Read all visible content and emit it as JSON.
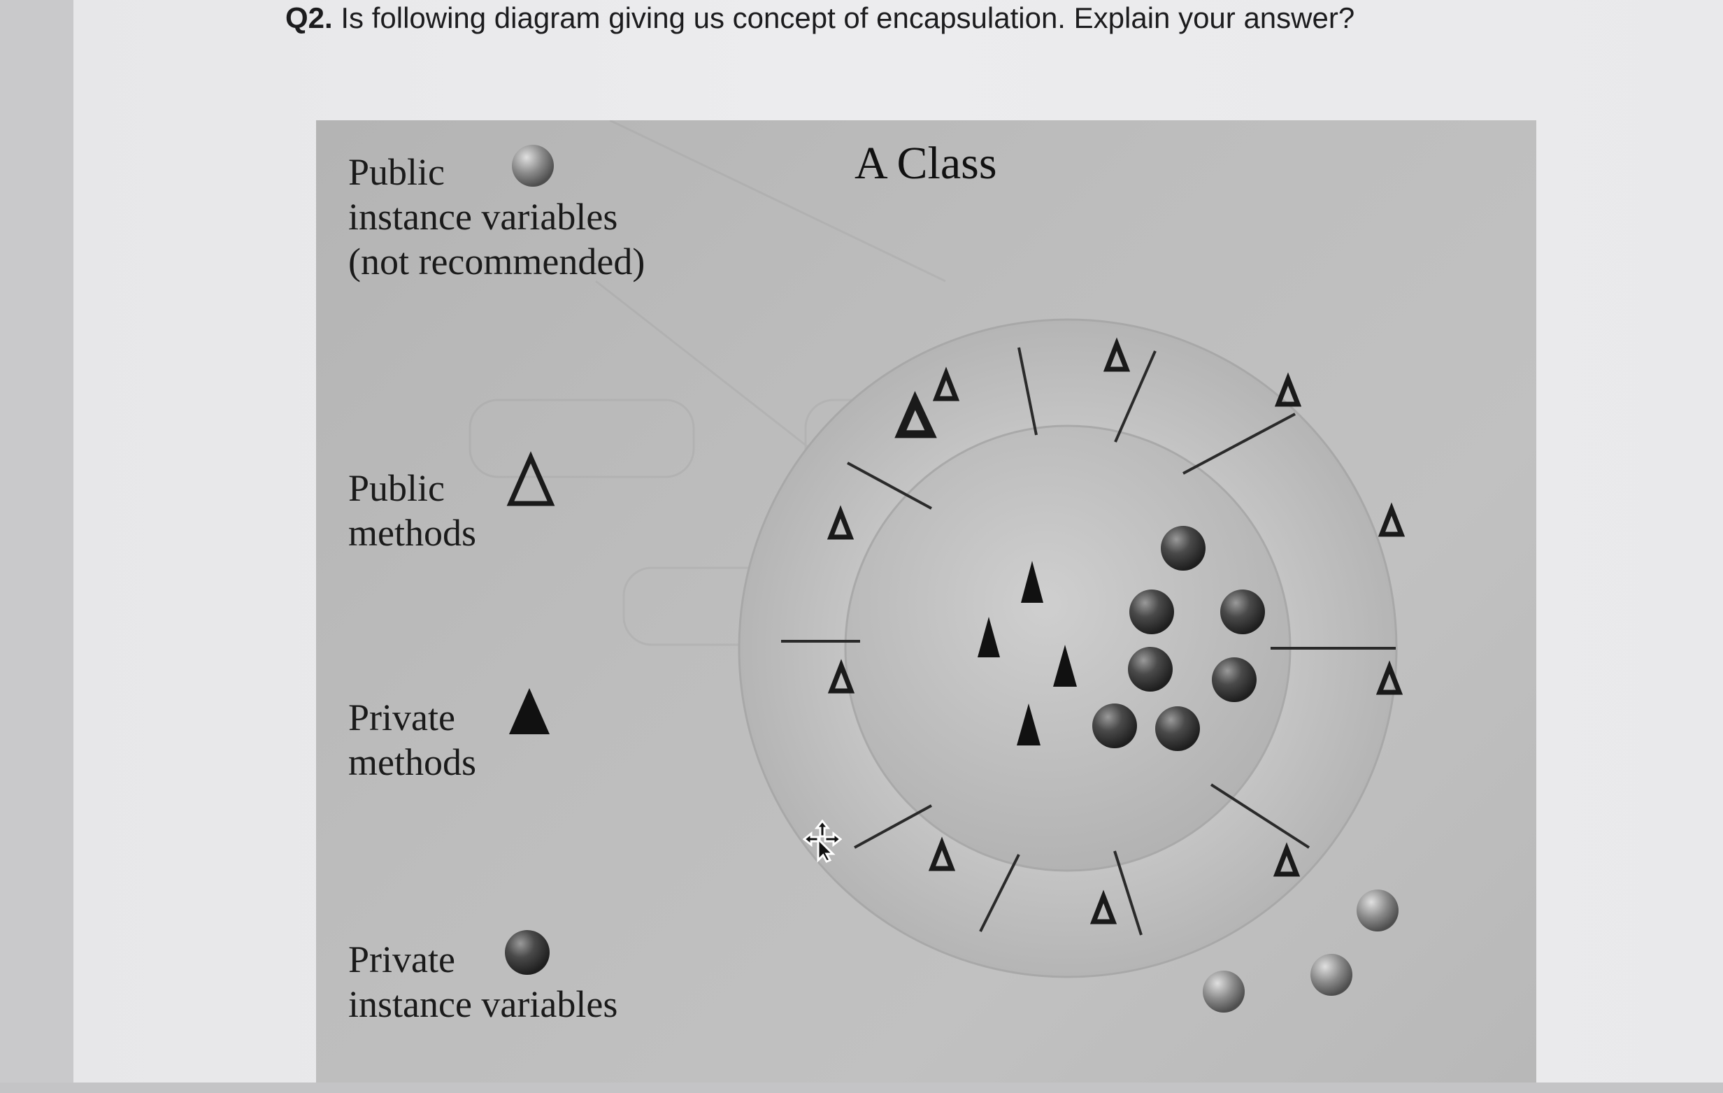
{
  "question": {
    "number": "Q2.",
    "text": " Is following diagram giving us concept of encapsulation. Explain your answer?"
  },
  "figure": {
    "title": "A Class",
    "legend": {
      "public_variables": [
        "Public",
        "instance variables",
        "(not recommended)"
      ],
      "public_methods": [
        "Public",
        "methods"
      ],
      "private_methods": [
        "Private",
        "methods"
      ],
      "private_variables": [
        "Private",
        "instance variables"
      ]
    },
    "icons": {
      "public_variable": "gray-sphere-icon",
      "public_method": "outline-triangle-icon",
      "private_method": "filled-triangle-icon",
      "private_variable": "dark-sphere-icon"
    },
    "colors": {
      "background": "#bcbcbc",
      "private_sphere": "#4a4a4a",
      "public_sphere": "#8a8a8a",
      "ink": "#111111"
    }
  }
}
